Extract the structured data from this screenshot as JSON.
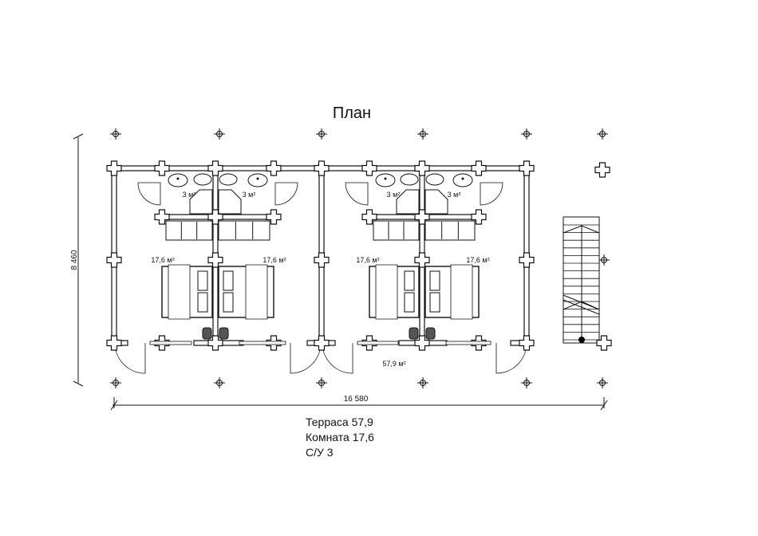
{
  "title": "План",
  "dimensions": {
    "height": "8 460",
    "width": "16 580"
  },
  "room_labels": {
    "bath": [
      "3 м²",
      "3 м²",
      "3 м²",
      "3 м²"
    ],
    "room": [
      "17,6 м²",
      "17,6 м²",
      "17,6 м²",
      "17,6 м²"
    ],
    "terrace": "57,9 м²"
  },
  "legend": [
    "Терраса 57,9",
    "Комната 17,6",
    "С/У 3"
  ]
}
